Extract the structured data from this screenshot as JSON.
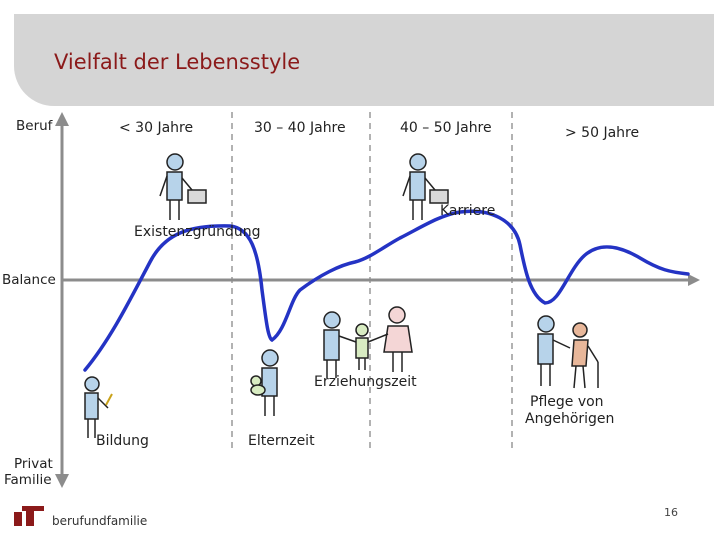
{
  "title": "Vielfalt der Lebensstyle",
  "y_axis": {
    "top_label": "Beruf",
    "middle_label": "Balance",
    "bottom_label_line1": "Privat",
    "bottom_label_line2": "Familie"
  },
  "age_groups": [
    "< 30 Jahre",
    "30 – 40 Jahre",
    "40 – 50 Jahre",
    "> 50 Jahre"
  ],
  "phases": {
    "bildung": "Bildung",
    "existenzgruendung": "Existenzgründung",
    "elternzeit": "Elternzeit",
    "erziehungszeit": "Erziehungszeit",
    "karriere": "Karriere",
    "pflege_line1": "Pflege von",
    "pflege_line2": "Angehörigen"
  },
  "footer": {
    "logo_text": "berufundfamilie",
    "page_number": "16"
  },
  "colors": {
    "title": "#8b1a1a",
    "curve": "#2433c4",
    "axis": "#8c8c8c",
    "band": "#d5d5d5",
    "logo": "#8b1a1a"
  }
}
